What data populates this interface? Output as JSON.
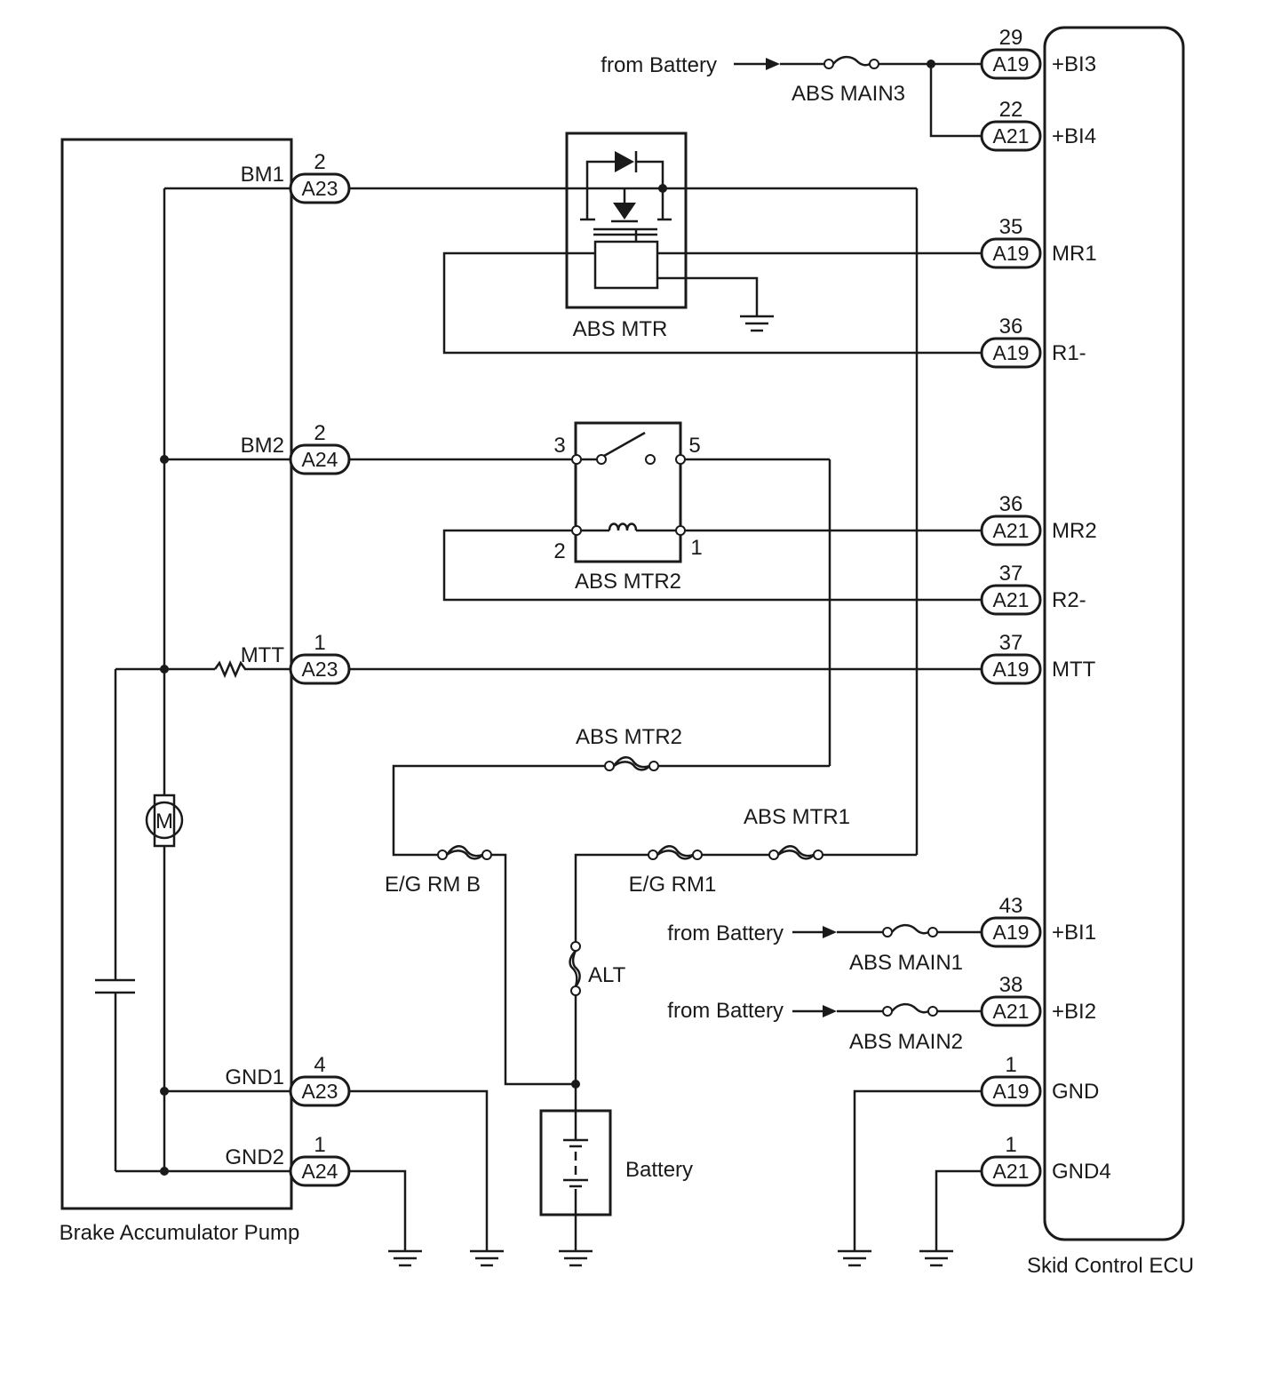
{
  "components": {
    "pump_label": "Brake Accumulator Pump",
    "ecu_label": "Skid Control ECU",
    "relay1_label": "ABS MTR",
    "relay2_label": "ABS MTR2",
    "battery_label": "Battery",
    "motor_symbol": "M"
  },
  "pump_pins": [
    {
      "name": "BM1",
      "num": "2",
      "connector": "A23"
    },
    {
      "name": "BM2",
      "num": "2",
      "connector": "A24"
    },
    {
      "name": "MTT",
      "num": "1",
      "connector": "A23"
    },
    {
      "name": "GND1",
      "num": "4",
      "connector": "A23"
    },
    {
      "name": "GND2",
      "num": "1",
      "connector": "A24"
    }
  ],
  "ecu_pins": [
    {
      "name": "+BI3",
      "num": "29",
      "connector": "A19"
    },
    {
      "name": "+BI4",
      "num": "22",
      "connector": "A21"
    },
    {
      "name": "MR1",
      "num": "35",
      "connector": "A19"
    },
    {
      "name": "R1-",
      "num": "36",
      "connector": "A19"
    },
    {
      "name": "MR2",
      "num": "36",
      "connector": "A21"
    },
    {
      "name": "R2-",
      "num": "37",
      "connector": "A21"
    },
    {
      "name": "MTT",
      "num": "37",
      "connector": "A19"
    },
    {
      "name": "+BI1",
      "num": "43",
      "connector": "A19"
    },
    {
      "name": "+BI2",
      "num": "38",
      "connector": "A21"
    },
    {
      "name": "GND",
      "num": "1",
      "connector": "A19"
    },
    {
      "name": "GND4",
      "num": "1",
      "connector": "A21"
    }
  ],
  "relay2_terminals": [
    "3",
    "5",
    "2",
    "1"
  ],
  "fuses": {
    "abs_main3": "ABS MAIN3",
    "abs_main1": "ABS MAIN1",
    "abs_main2": "ABS MAIN2",
    "abs_mtr2": "ABS MTR2",
    "abs_mtr1": "ABS MTR1",
    "eg_rm_b": "E/G RM B",
    "eg_rm1": "E/G RM1",
    "alt": "ALT"
  },
  "battery_sources": [
    "from Battery",
    "from Battery",
    "from Battery"
  ]
}
